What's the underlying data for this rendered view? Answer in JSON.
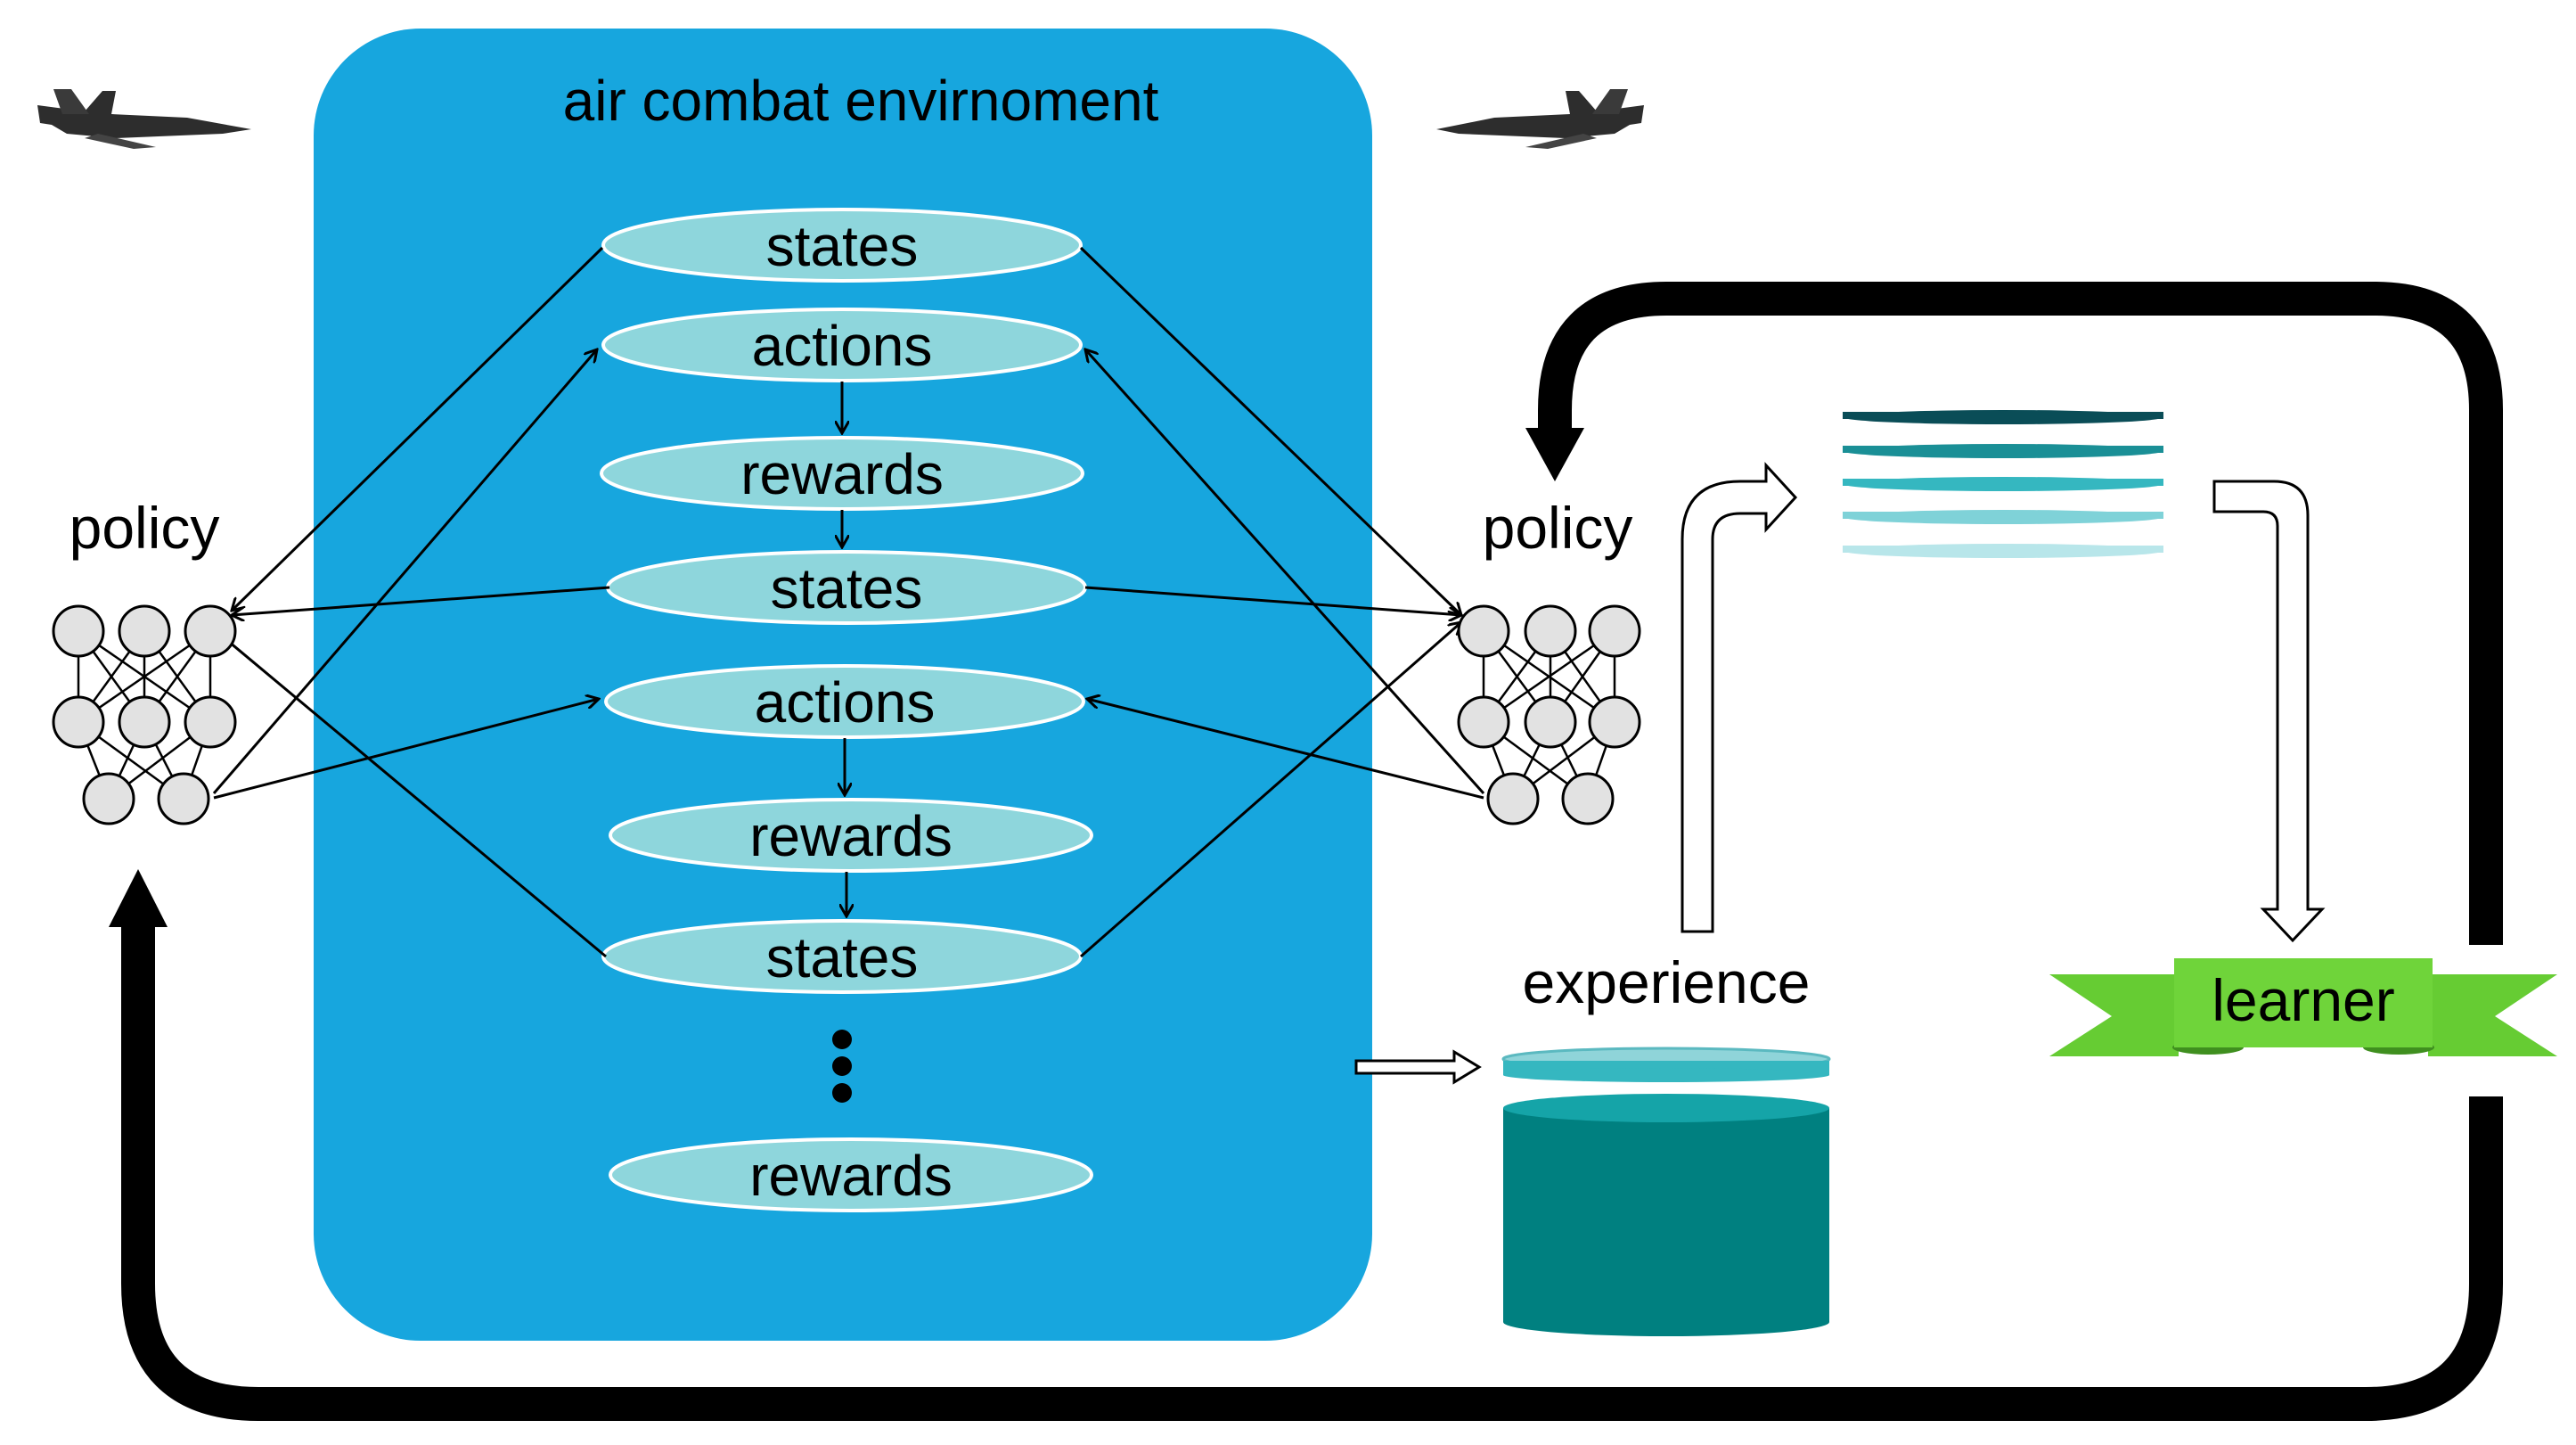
{
  "diagram": {
    "environment_title": "air combat envirnoment",
    "sequence_labels": [
      "states",
      "actions",
      "rewards",
      "states",
      "actions",
      "rewards",
      "states",
      "rewards"
    ],
    "policy_left_label": "policy",
    "policy_right_label": "policy",
    "experience_label": "experience",
    "learner_label": "learner",
    "ellipsis": "⋮"
  },
  "colors": {
    "environment_fill": "#17a6de",
    "ellipse_fill": "#8ed6dc",
    "ellipse_stroke": "#ffffff",
    "teal_dark": "#008080",
    "teal_light": "#35b7c0",
    "neuron_fill": "#e2e2e2",
    "learner_banner": "#66cc33",
    "loop_arrow": "#000000"
  },
  "icons": [
    "fighter-jet-icon",
    "fighter-jet-icon"
  ]
}
